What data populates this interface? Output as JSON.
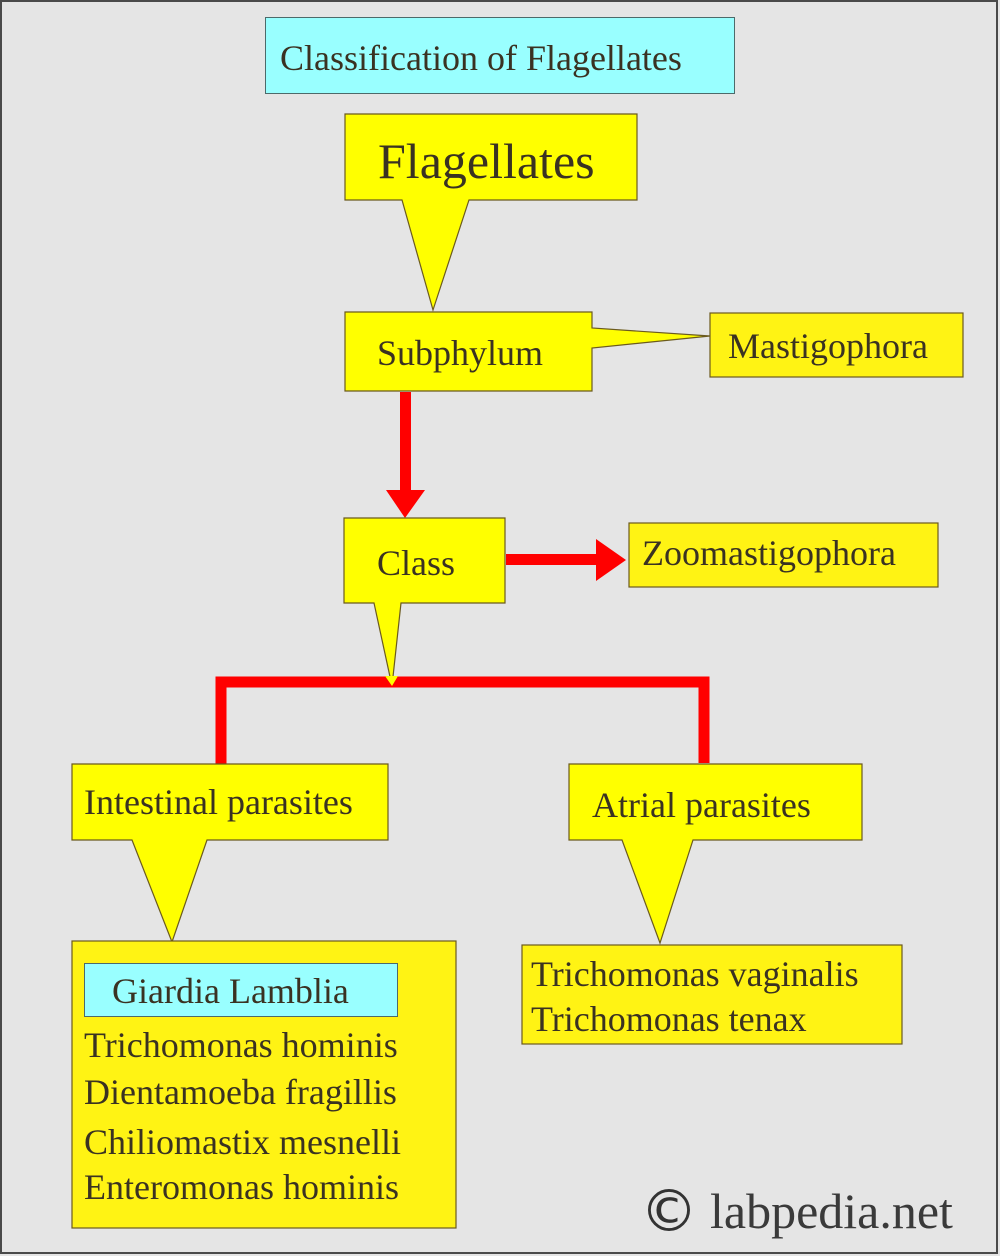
{
  "title": "Classification of Flagellates",
  "nodes": {
    "root": "Flagellates",
    "subphylum_label": "Subphylum",
    "subphylum_value": "Mastigophora",
    "class_label": "Class",
    "class_value": "Zoomastigophora",
    "intestinal": "Intestinal parasites",
    "atrial": "Atrial parasites"
  },
  "intestinal_list": {
    "highlighted": "Giardia Lamblia",
    "items": [
      "Trichomonas hominis",
      "Dientamoeba fragillis",
      "Chiliomastix mesnelli",
      "Enteromonas hominis"
    ]
  },
  "atrial_list": {
    "items": [
      "Trichomonas vaginalis",
      "Trichomonas tenax"
    ]
  },
  "watermark": {
    "symbol": "©",
    "text": "labpedia.net"
  },
  "colors": {
    "background": "#e5e5e5",
    "yellow": "#ffff00",
    "yellow_box": "#fff314",
    "cyan": "#99ffff",
    "arrow": "#ff0000"
  }
}
